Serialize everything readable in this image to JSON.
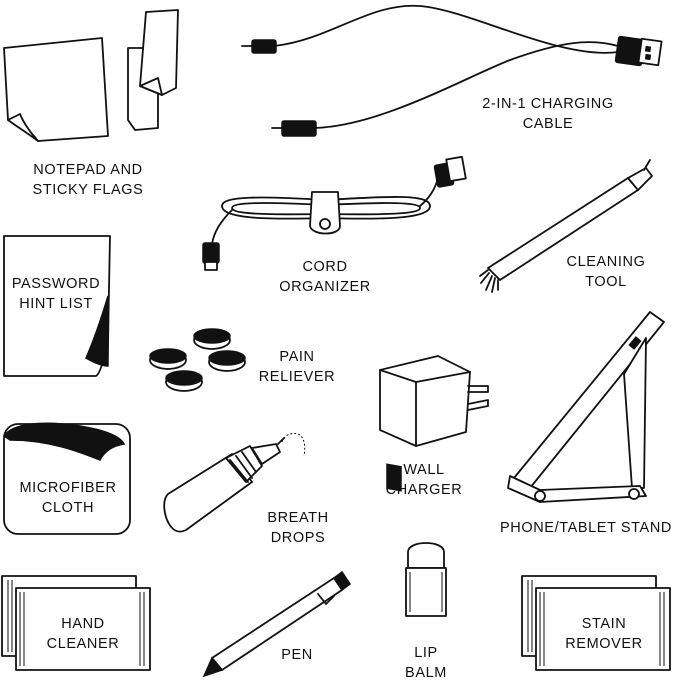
{
  "items": {
    "notepad": {
      "lines": [
        "NOTEPAD AND",
        "STICKY FLAGS"
      ]
    },
    "charging_cable": {
      "lines": [
        "2-IN-1 CHARGING",
        "CABLE"
      ]
    },
    "cord_organizer": {
      "lines": [
        "CORD",
        "ORGANIZER"
      ]
    },
    "cleaning_tool": {
      "lines": [
        "CLEANING",
        "TOOL"
      ]
    },
    "password_list": {
      "lines": [
        "PASSWORD",
        "HINT LIST"
      ]
    },
    "pain_reliever": {
      "lines": [
        "PAIN",
        "RELIEVER"
      ]
    },
    "wall_charger": {
      "lines": [
        "WALL",
        "CHARGER"
      ]
    },
    "microfiber_cloth": {
      "lines": [
        "MICROFIBER",
        "CLOTH"
      ]
    },
    "breath_drops": {
      "lines": [
        "BREATH",
        "DROPS"
      ]
    },
    "phone_stand": {
      "lines": [
        "PHONE/TABLET STAND"
      ]
    },
    "hand_cleaner": {
      "lines": [
        "HAND",
        "CLEANER"
      ]
    },
    "pen": {
      "lines": [
        "PEN"
      ]
    },
    "lip_balm": {
      "lines": [
        "LIP",
        "BALM"
      ]
    },
    "stain_remover": {
      "lines": [
        "STAIN",
        "REMOVER"
      ]
    }
  },
  "colors": {
    "ink": "#111111",
    "paper": "#ffffff"
  }
}
